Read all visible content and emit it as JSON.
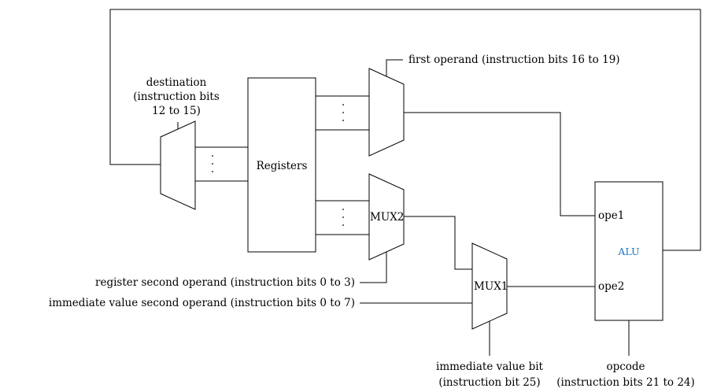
{
  "labels": {
    "destination": [
      "destination",
      "(instruction bits",
      "12 to 15)"
    ],
    "first_operand": "first operand (instruction bits 16 to 19)",
    "registers": "Registers",
    "mux2": "MUX2",
    "mux1": "MUX1",
    "alu": "ALU",
    "ope1": "ope1",
    "ope2": "ope2",
    "register_second_operand": "register second operand (instruction bits 0 to 3)",
    "immediate_value_second_operand": "immediate value second operand (instruction bits 0 to 7)",
    "immediate_value_bit": [
      "immediate value bit",
      "(instruction bit 25)"
    ],
    "opcode": [
      "opcode",
      "(instruction bits 21 to 24)"
    ]
  },
  "colors": {
    "stroke": "#000000",
    "alu_label": "#1f78c1"
  }
}
